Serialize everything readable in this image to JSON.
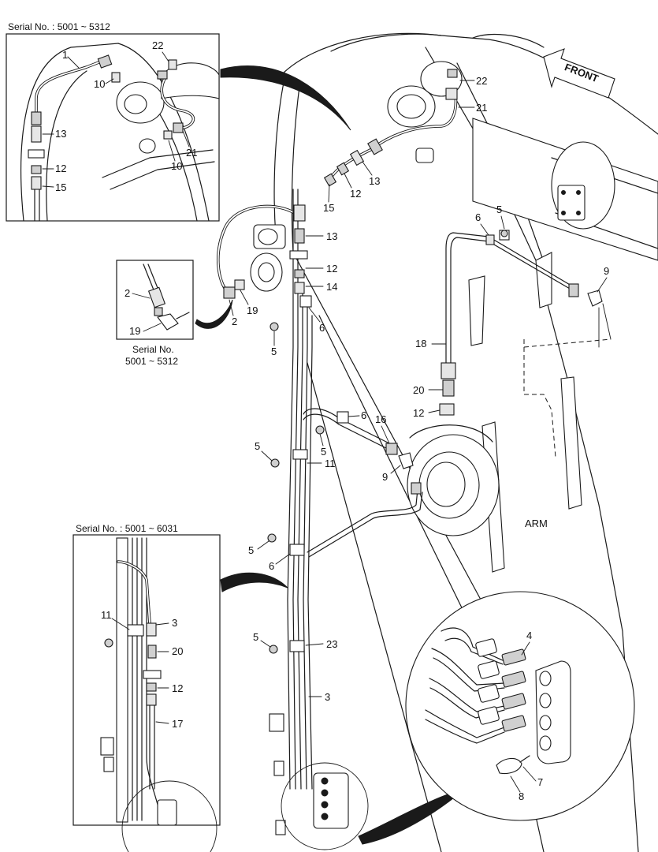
{
  "insets": {
    "top_left_serial": "Serial No. : 5001 ~ 5312",
    "small_serial_line1": "Serial No.",
    "small_serial_line2": "5001 ~ 5312",
    "bottom_left_serial": "Serial No. : 5001 ~ 6031"
  },
  "direction": {
    "front": "FRONT"
  },
  "part": {
    "arm": "ARM"
  },
  "callouts": {
    "tl_1": "1",
    "tl_10a": "10",
    "tl_22": "22",
    "tl_13": "13",
    "tl_12": "12",
    "tl_15": "15",
    "tl_10b": "10",
    "tl_21": "21",
    "sm_2": "2",
    "sm_19": "19",
    "m_22": "22",
    "m_21": "21",
    "m_13a": "13",
    "m_12a": "12",
    "m_15": "15",
    "m_13b": "13",
    "m_12b": "12",
    "m_14": "14",
    "m_2": "2",
    "m_19": "19",
    "m_6a": "6",
    "m_5a": "5",
    "m_6b": "6",
    "m_5b": "5",
    "m_9a": "9",
    "m_18": "18",
    "m_20": "20",
    "m_12c": "12",
    "m_6c": "6",
    "m_16": "16",
    "m_5c": "5",
    "m_5d": "5",
    "m_11": "11",
    "m_9b": "9",
    "m_5e": "5",
    "m_6d": "6",
    "m_5f": "5",
    "m_23": "23",
    "m_3": "3",
    "bl_11": "11",
    "bl_3": "3",
    "bl_20": "20",
    "bl_12": "12",
    "bl_17": "17",
    "c_4": "4",
    "c_7": "7",
    "c_8": "8"
  }
}
